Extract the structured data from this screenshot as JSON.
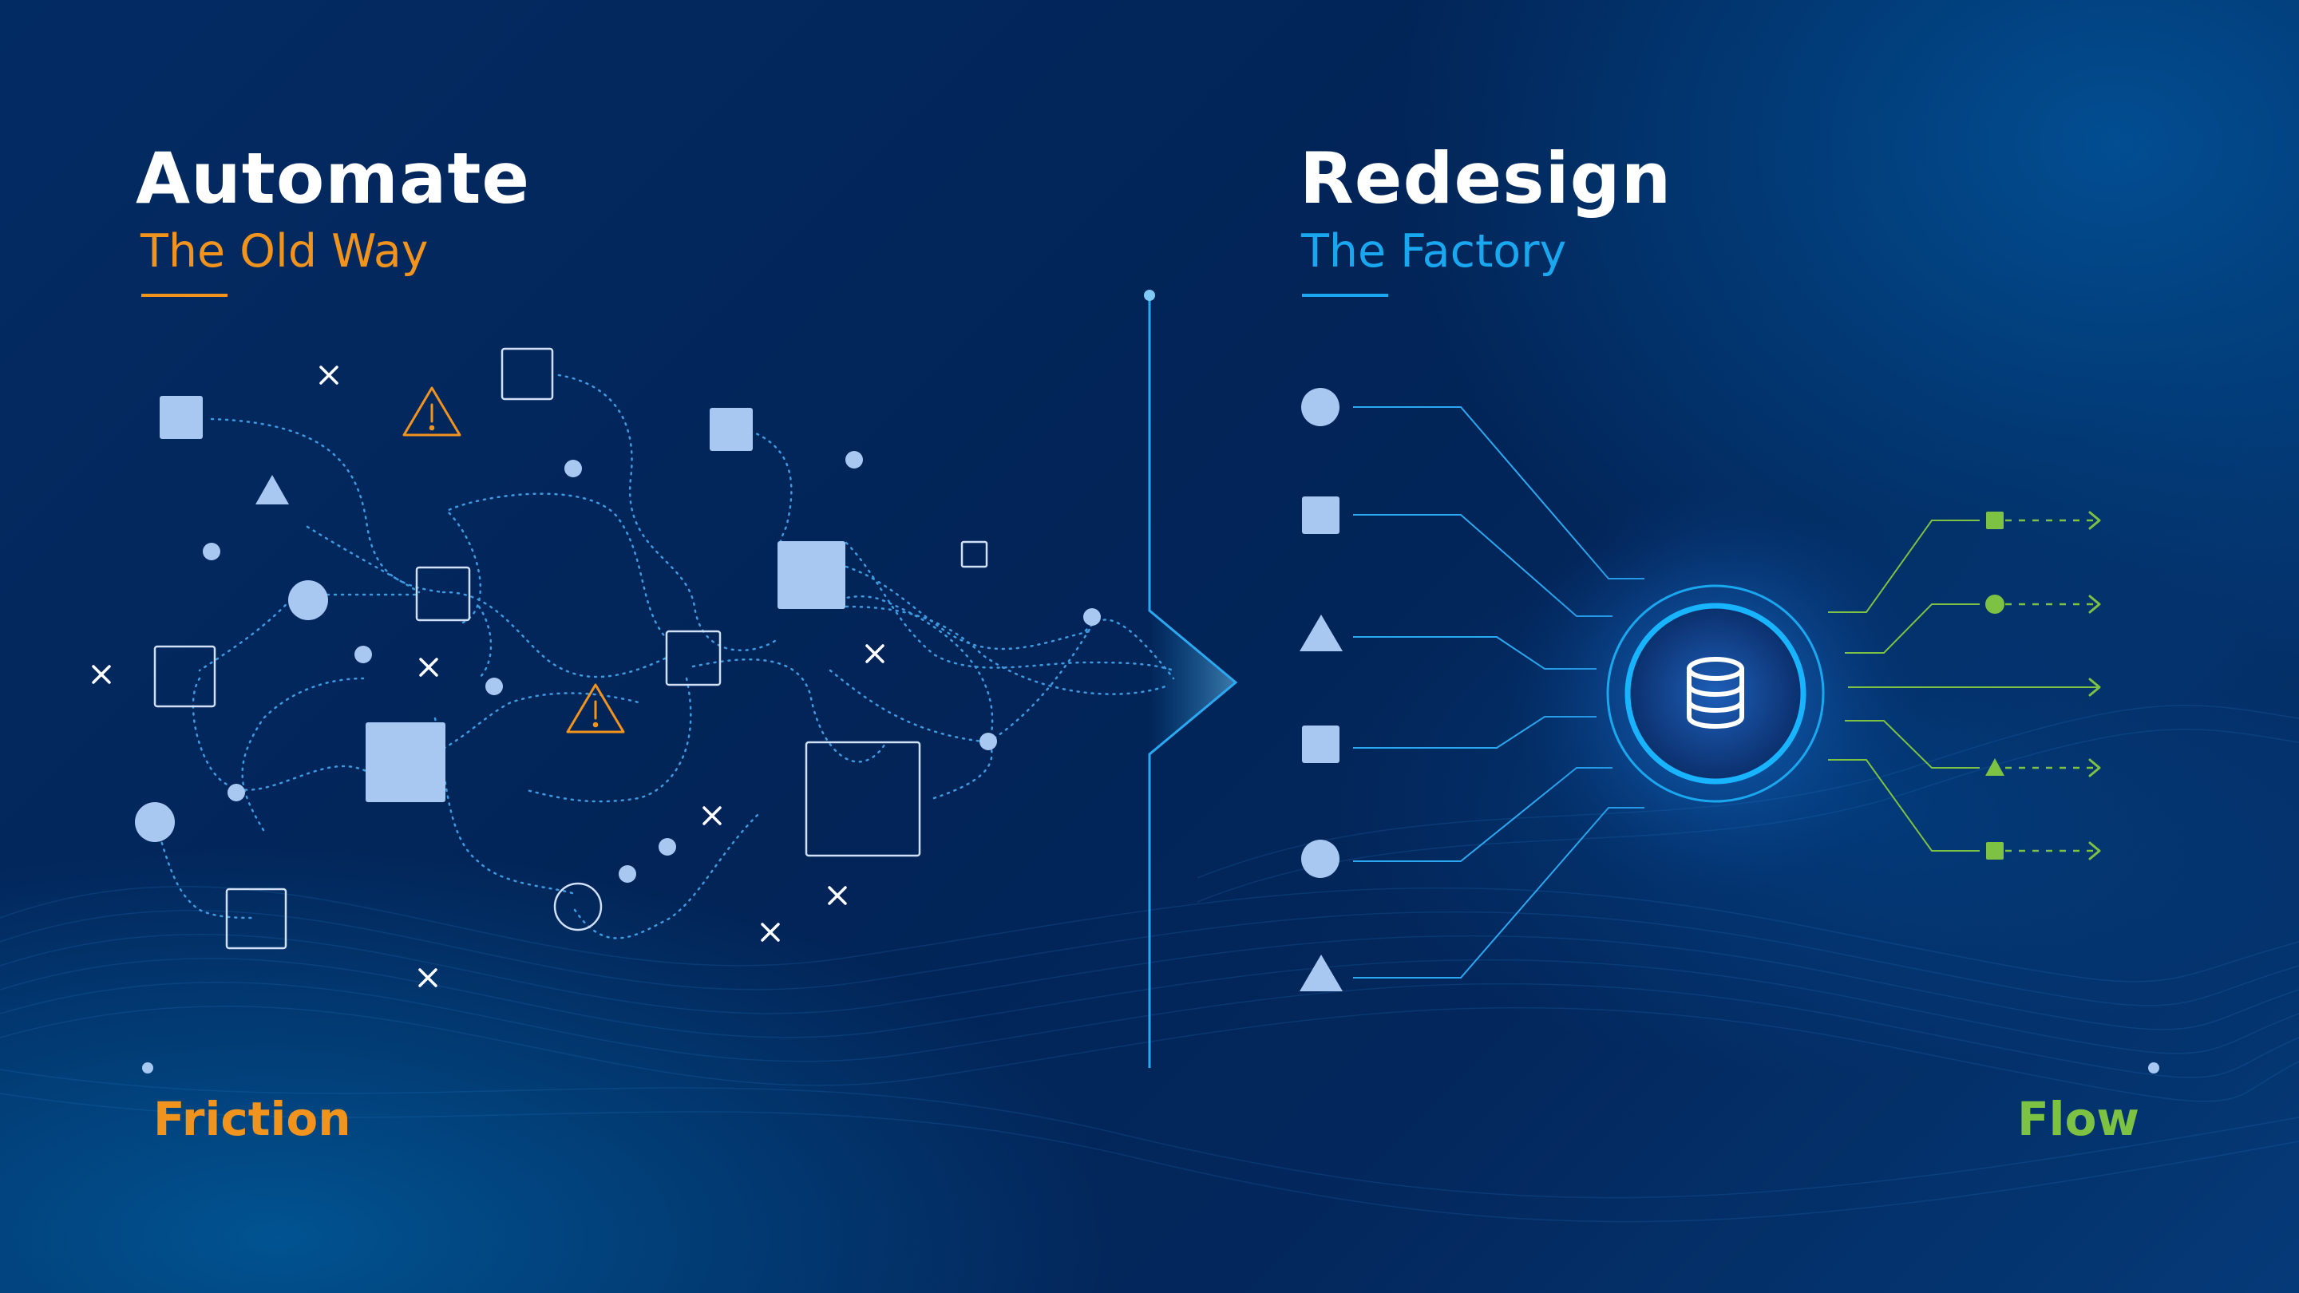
{
  "left_panel": {
    "title": "Automate",
    "subtitle": "The Old Way"
  },
  "right_panel": {
    "title": "Redesign",
    "subtitle": "The Factory",
    "hub_icon": "database-icon",
    "inputs": [
      "circle",
      "square",
      "triangle",
      "square",
      "circle",
      "triangle"
    ],
    "outputs": [
      "square",
      "circle",
      "arrow",
      "triangle",
      "square"
    ]
  },
  "axis": {
    "start_label": "Friction",
    "end_label": "Flow"
  },
  "colors": {
    "background": "#022457",
    "shape_fill": "#a8c8f2",
    "friction_orange": "#f0941e",
    "factory_blue": "#19a8f0",
    "flow_green": "#7dc242",
    "warning_orange": "#f0941e"
  }
}
